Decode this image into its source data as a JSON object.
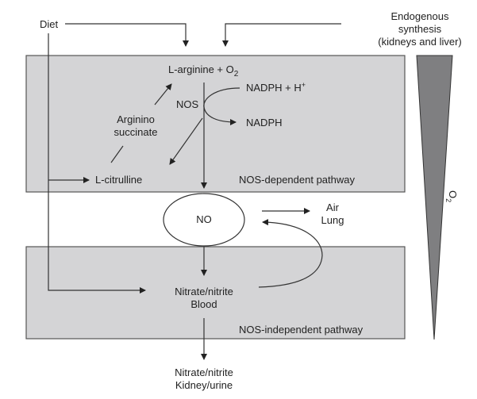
{
  "diagram": {
    "colors": {
      "box_fill": "#d4d4d6",
      "box_stroke": "#555555",
      "wedge_fill": "#7f7f81",
      "line": "#333333",
      "text": "#222222"
    },
    "nodes": {
      "diet": "Diet",
      "endogenous": [
        "Endogenous",
        "synthesis",
        "(kidneys and liver)"
      ],
      "l_arginine": "L-arginine + O",
      "l_arginine_sub": "2",
      "nos": "NOS",
      "nadph_h": "NADPH + H",
      "nadph_h_sup": "+",
      "nadph": "NADPH",
      "argininosuccinate": [
        "Arginino",
        "succinate"
      ],
      "l_citrulline": "L-citrulline",
      "nos_dependent": "NOS-dependent pathway",
      "no": "NO",
      "air_lung": [
        "Air",
        "Lung"
      ],
      "nitrate_blood": [
        "Nitrate/nitrite",
        "Blood"
      ],
      "nos_independent": "NOS-independent pathway",
      "nitrate_kidney": [
        "Nitrate/nitrite",
        "Kidney/urine"
      ],
      "o2_gradient": "O",
      "o2_gradient_sub": "2"
    },
    "edges": [
      {
        "from": "Diet",
        "to": "L-arginine + O2"
      },
      {
        "from": "Endogenous synthesis",
        "to": "L-arginine + O2"
      },
      {
        "from": "Diet",
        "to": "L-citrulline"
      },
      {
        "from": "Diet",
        "to": "Nitrate/nitrite Blood"
      },
      {
        "from": "L-citrulline",
        "to": "L-arginine + O2",
        "via": "Argininosuccinate"
      },
      {
        "from": "NADPH + H+",
        "to": "NADPH",
        "via": "NOS"
      },
      {
        "from": "NOS",
        "to": "L-citrulline"
      },
      {
        "from": "L-arginine + O2",
        "to": "NO"
      },
      {
        "from": "NO",
        "to": "Air Lung"
      },
      {
        "from": "Nitrate/nitrite Blood",
        "to": "NO"
      },
      {
        "from": "NO",
        "to": "Nitrate/nitrite Blood"
      },
      {
        "from": "Nitrate/nitrite Blood",
        "to": "Nitrate/nitrite Kidney/urine"
      }
    ]
  }
}
